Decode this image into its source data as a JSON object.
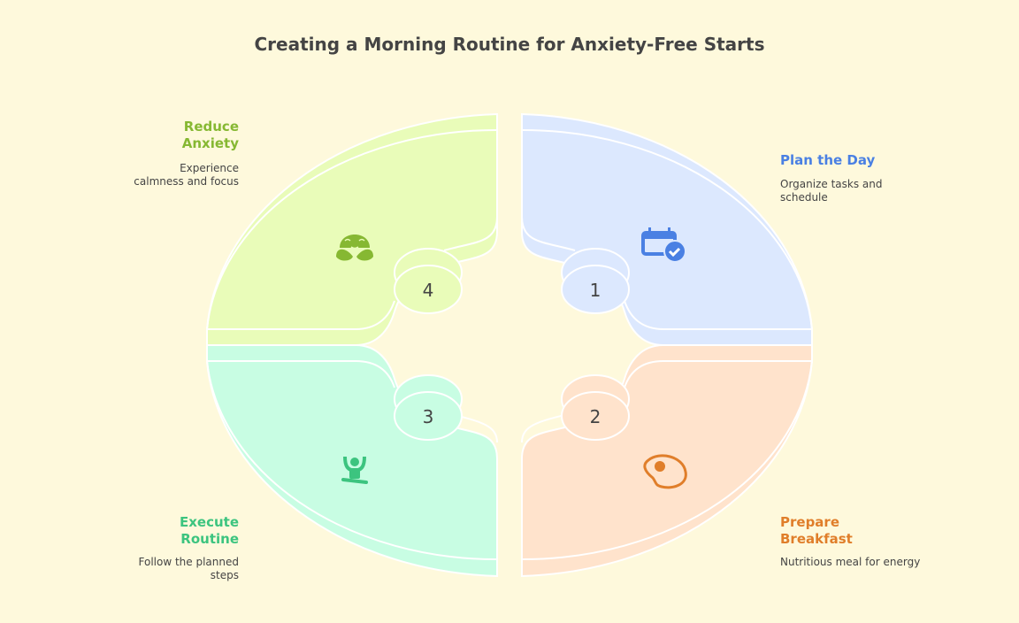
{
  "title": "Creating a Morning Routine for Anxiety-Free Starts",
  "steps": [
    {
      "number": "1",
      "title": "Plan the Day",
      "description": "Organize tasks and schedule",
      "icon": "calendar-check-icon",
      "color": "#4a80e3",
      "fill": "#dce8fe"
    },
    {
      "number": "2",
      "title": "Prepare Breakfast",
      "description": "Nutritious meal for energy",
      "icon": "fried-egg-icon",
      "color": "#e07e2a",
      "fill": "#ffe3cc"
    },
    {
      "number": "3",
      "title": "Execute Routine",
      "description": "Follow the planned steps",
      "icon": "meditation-person-icon",
      "color": "#3cc47f",
      "fill": "#c8fde3"
    },
    {
      "number": "4",
      "title": "Reduce Anxiety",
      "description": "Experience calmness and focus",
      "icon": "calm-face-icon",
      "color": "#86b832",
      "fill": "#e9fcb9"
    }
  ]
}
